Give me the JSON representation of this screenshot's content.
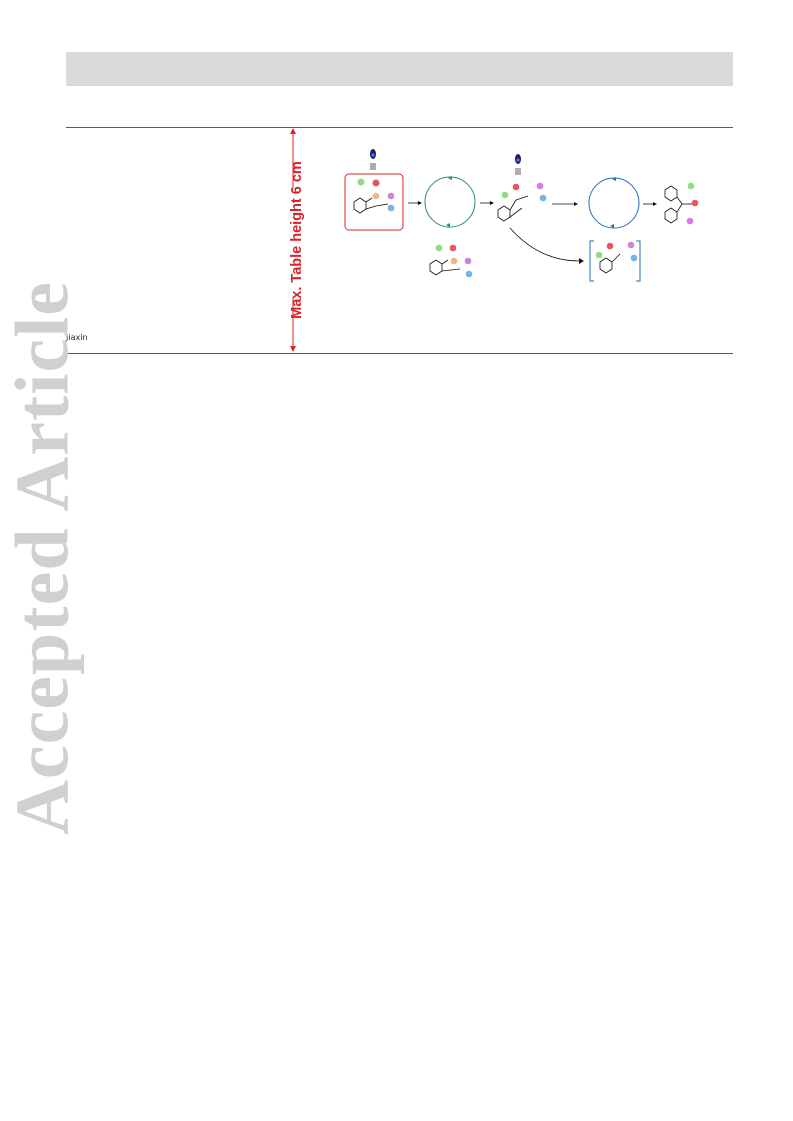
{
  "header": {
    "bar_color": "#d9d9d9"
  },
  "toc_graphic": {
    "author_fragment": "Jiaxin",
    "height_note": "Max. Table height 6 cm"
  },
  "watermark": {
    "text": "Accepted Article"
  },
  "colors": {
    "rule": "#d8232a",
    "cycle_green": "#2e8b7a",
    "cycle_blue": "#1f6fc0",
    "atom_red": "#e23a3a",
    "atom_green": "#7fd46f",
    "atom_purple": "#c76bd6",
    "atom_blue": "#5aa7e0",
    "atom_orange": "#f2a96b"
  }
}
